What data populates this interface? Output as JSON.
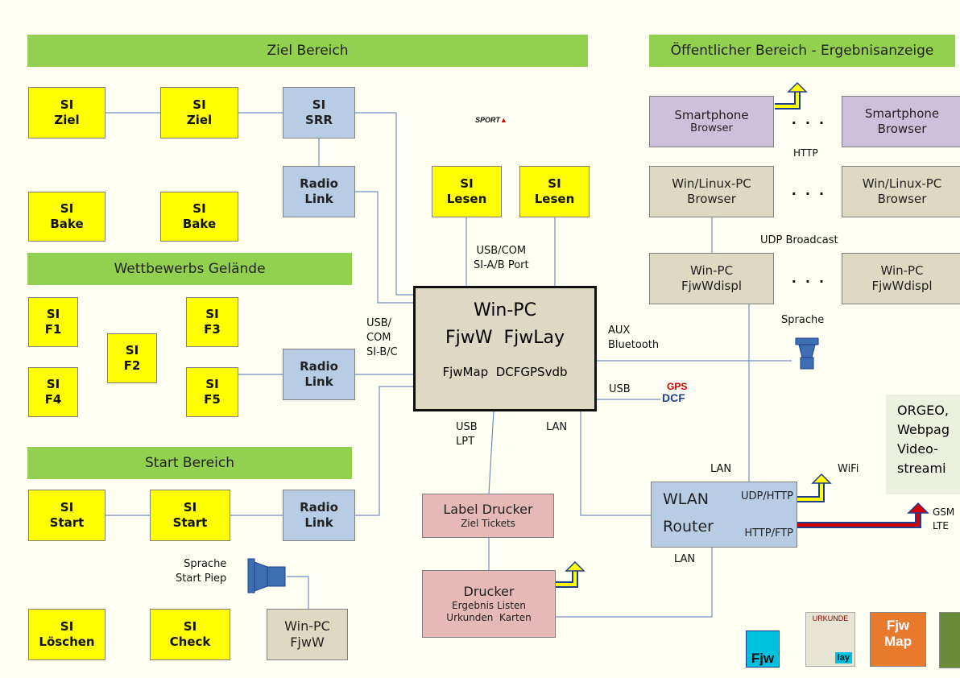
{
  "banners": {
    "ziel": "Ziel Bereich",
    "oeffentlich": "Öffentlicher Bereich - Ergebnisanzeige",
    "wettbewerb": "Wettbewerbs Gelände",
    "start": "Start Bereich"
  },
  "si": {
    "ziel1": [
      "SI",
      "Ziel"
    ],
    "ziel2": [
      "SI",
      "Ziel"
    ],
    "srr": [
      "SI",
      "SRR"
    ],
    "bake1": [
      "SI",
      "Bake"
    ],
    "bake2": [
      "SI",
      "Bake"
    ],
    "f1": [
      "SI",
      "F1"
    ],
    "f2": [
      "SI",
      "F2"
    ],
    "f3": [
      "SI",
      "F3"
    ],
    "f4": [
      "SI",
      "F4"
    ],
    "f5": [
      "SI",
      "F5"
    ],
    "lesen1": [
      "SI",
      "Lesen"
    ],
    "lesen2": [
      "SI",
      "Lesen"
    ],
    "start1": [
      "SI",
      "Start"
    ],
    "start2": [
      "SI",
      "Start"
    ],
    "loeschen": [
      "SI",
      "Löschen"
    ],
    "check": [
      "SI",
      "Check"
    ]
  },
  "radio": {
    "r1": [
      "Radio",
      "Link"
    ],
    "r2": [
      "Radio",
      "Link"
    ],
    "r3": [
      "Radio",
      "Link"
    ]
  },
  "main_pc": {
    "line1": "Win-PC",
    "line2": "FjwW  FjwLay",
    "line3": "FjwMap  DCFGPSvdb"
  },
  "public": {
    "smartphone1": [
      "Smartphone",
      "Browser"
    ],
    "smartphone2": [
      "Smartphone",
      "Browser"
    ],
    "winlinux1": [
      "Win/Linux-PC",
      "Browser"
    ],
    "winlinux2": [
      "Win/Linux-PC",
      "Browser"
    ],
    "fjwwdispl1": [
      "Win-PC",
      "FjwWdispl"
    ],
    "fjwwdispl2": [
      "Win-PC",
      "FjwWdispl"
    ],
    "dots": ". . ."
  },
  "label_drucker": [
    "Label Drucker",
    "Ziel Tickets"
  ],
  "drucker": [
    "Drucker",
    "Ergebnis Listen",
    "Urkunden  Karten"
  ],
  "start_pc": [
    "Win-PC",
    "FjwW"
  ],
  "router": {
    "line1": "WLAN",
    "line2": "Router",
    "port1": "UDP/HTTP",
    "port2": "HTTP/FTP"
  },
  "orgeo": [
    "ORGEO,",
    "Webpag",
    "Video-",
    "streami"
  ],
  "labels": {
    "usb_com_port": [
      "USB/COM",
      "SI-A/B Port"
    ],
    "usb_com_sibc": [
      "USB/",
      "COM",
      "SI-B/C"
    ],
    "aux_bt": [
      "AUX",
      "Bluetooth"
    ],
    "usb_gps": "USB",
    "usb_lpt": [
      "USB",
      "LPT"
    ],
    "lan1": "LAN",
    "lan2": "LAN",
    "lan3": "LAN",
    "http": "HTTP",
    "udp_broadcast": "UDP Broadcast",
    "sprache": "Sprache",
    "sprache_start": [
      "Sprache",
      "Start Piep"
    ],
    "wifi": "WiFi",
    "gsm": [
      "GSM",
      "LTE"
    ]
  },
  "logos": {
    "sportident": "SPORT",
    "gps": "GPS",
    "dcf": "DCF",
    "fjw": "Fjw",
    "urkunde": "URKUNDE",
    "lay": "lay",
    "fjwmap1": "Fjw",
    "fjwmap2": "Map"
  },
  "colors": {
    "banner": "#92d050",
    "si": "#ffff00",
    "radio": "#b8cce4",
    "beige": "#ddd9c3",
    "purple": "#ccc0da",
    "pink": "#e6b9b8",
    "wire": "#4f81bd",
    "gsm_line": "#c00000"
  }
}
